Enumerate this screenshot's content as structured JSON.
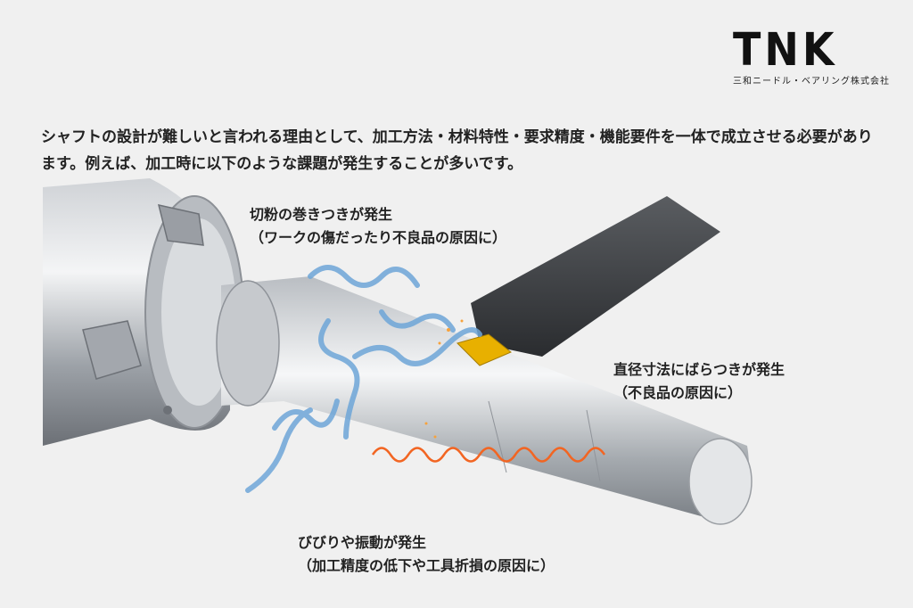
{
  "logo": {
    "mark": "TNK",
    "company": "三和ニードル・ベアリング株式会社"
  },
  "intro": "シャフトの設計が難しいと言われる理由として、加工方法・材料特性・要求精度・機能要件を一体で成立させる必要があります。例えば、加工時に以下のような課題が発生することが多いです。",
  "annotations": {
    "chips": {
      "title": "切粉の巻きつきが発生",
      "detail": "（ワークの傷だったり不良品の原因に）"
    },
    "diameter": {
      "title": "直径寸法にばらつきが発生",
      "detail": "（不良品の原因に）"
    },
    "chatter": {
      "title": "びびりや振動が発生",
      "detail": "（加工精度の低下や工具折損の原因に）"
    }
  }
}
